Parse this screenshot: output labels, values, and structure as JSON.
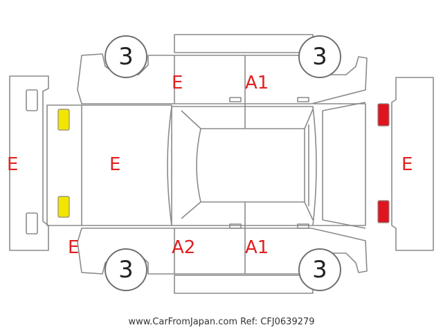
{
  "labels": {
    "front_bumper": "E",
    "hood": "E",
    "rear_bumper": "E",
    "front_fender_left": "E",
    "front_door_left": "A1",
    "front_fender_right": "E",
    "rear_door_right": "A2",
    "front_door_right": "A1"
  },
  "wheels": {
    "front_left": "3",
    "rear_left": "3",
    "front_right": "3",
    "rear_right": "3"
  },
  "light_colors": {
    "headlight": "#f2e600",
    "taillight": "#e0141e"
  },
  "footer": {
    "text": "www.CarFromJapan.com Ref: CFJ0639279"
  }
}
